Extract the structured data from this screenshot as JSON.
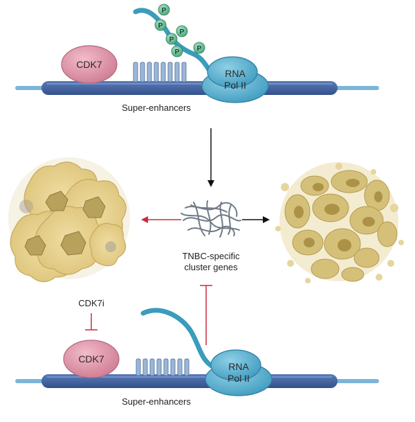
{
  "top": {
    "cdk7_label": "CDK7",
    "rna_pol_line1": "RNA",
    "rna_pol_line2": "Pol II",
    "super_enhancers": "Super-enhancers",
    "phospho_label": "P"
  },
  "middle": {
    "tnbc_line1": "TNBC-specific",
    "tnbc_line2": "cluster genes"
  },
  "bottom": {
    "cdk7i_label": "CDK7i",
    "cdk7_label": "CDK7",
    "rna_pol_line1": "RNA",
    "rna_pol_line2": "Pol II",
    "super_enhancers": "Super-enhancers"
  },
  "colors": {
    "dna": "#3f5f9e",
    "dna_end": "#7db4d8",
    "cdk7": "#d98ea1",
    "rna_pol": "#5ab0cf",
    "ctd_tail": "#3b9cbc",
    "phospho": "#5cbf95",
    "enhancer_bars": "#9cb7d6",
    "inhibit": "#cc2a3f",
    "arrow": "#111111",
    "cell": "#e7d08f",
    "nucleus": "#b8a15b",
    "apoptotic": "#d5c07a"
  },
  "icons": {
    "chromatin": "tangled-chromatin-icon",
    "proliferating_cells": "tumor-cell-cluster-icon",
    "apoptotic_cells": "fragmented-cells-icon"
  }
}
